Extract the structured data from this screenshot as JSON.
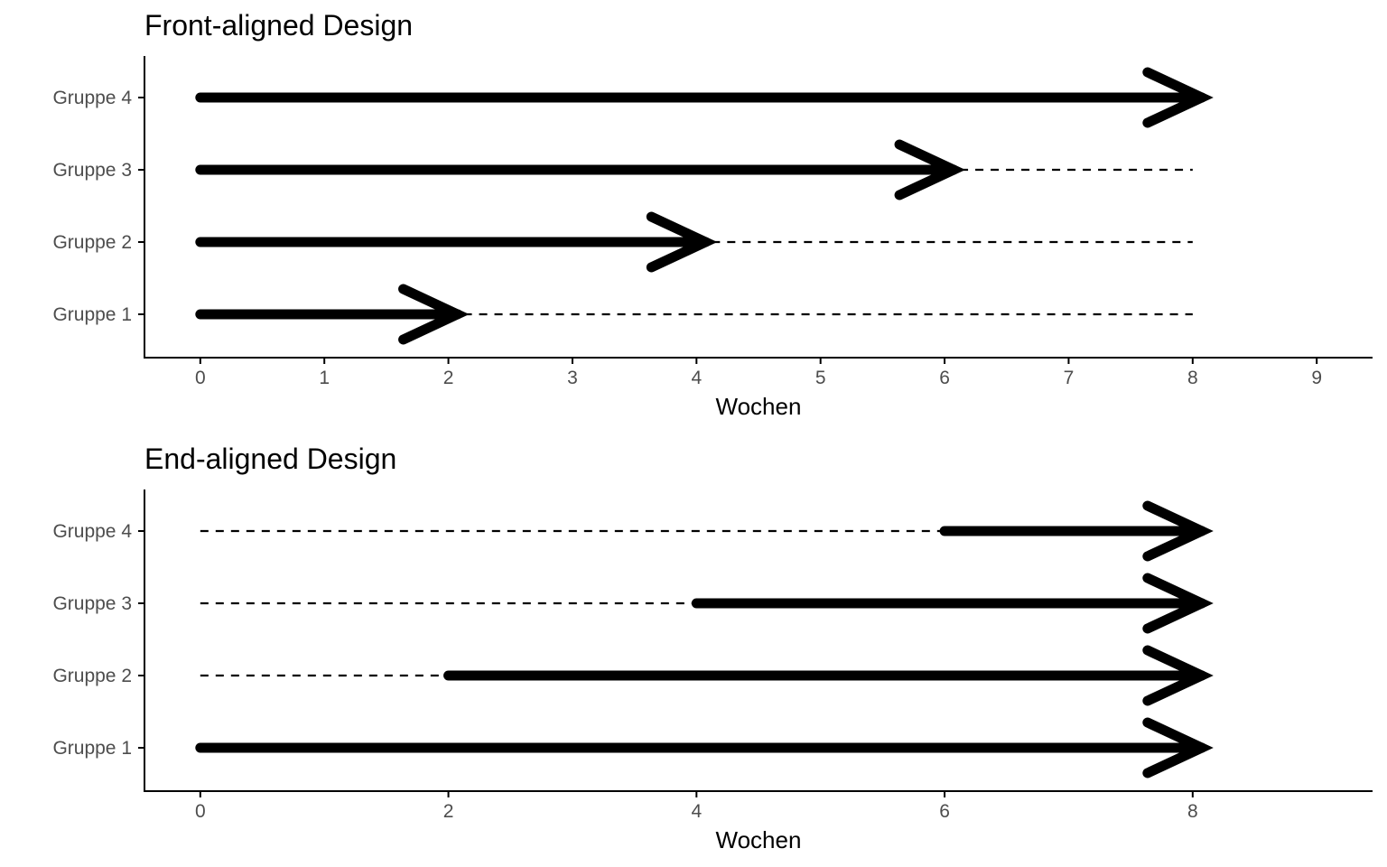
{
  "chart_data": [
    {
      "type": "timeline-arrows",
      "title": "Front-aligned Design",
      "xlabel": "Wochen",
      "ylabel": "",
      "xlim": [
        -0.45,
        9.45
      ],
      "xticks": [
        0,
        1,
        2,
        3,
        4,
        5,
        6,
        7,
        8,
        9
      ],
      "categories": [
        "Gruppe 1",
        "Gruppe 2",
        "Gruppe 3",
        "Gruppe 4"
      ],
      "series": [
        {
          "group": "Gruppe 1",
          "solid": [
            0,
            2
          ],
          "dashed": [
            2,
            8
          ]
        },
        {
          "group": "Gruppe 2",
          "solid": [
            0,
            4
          ],
          "dashed": [
            4,
            8
          ]
        },
        {
          "group": "Gruppe 3",
          "solid": [
            0,
            6
          ],
          "dashed": [
            6,
            8
          ]
        },
        {
          "group": "Gruppe 4",
          "solid": [
            0,
            8
          ],
          "dashed": null
        }
      ],
      "colors": {
        "line": "#000000",
        "axis": "#000000",
        "tick_text": "#4d4d4d"
      },
      "grid": false,
      "legend": "none"
    },
    {
      "type": "timeline-arrows",
      "title": "End-aligned Design",
      "xlabel": "Wochen",
      "ylabel": "",
      "xlim": [
        -0.45,
        9.45
      ],
      "xticks": [
        0,
        2,
        4,
        6,
        8
      ],
      "categories": [
        "Gruppe 1",
        "Gruppe 2",
        "Gruppe 3",
        "Gruppe 4"
      ],
      "series": [
        {
          "group": "Gruppe 1",
          "solid": [
            0,
            8
          ],
          "dashed": null
        },
        {
          "group": "Gruppe 2",
          "solid": [
            2,
            8
          ],
          "dashed": [
            0,
            2
          ]
        },
        {
          "group": "Gruppe 3",
          "solid": [
            4,
            8
          ],
          "dashed": [
            0,
            4
          ]
        },
        {
          "group": "Gruppe 4",
          "solid": [
            6,
            8
          ],
          "dashed": [
            0,
            6
          ]
        }
      ],
      "colors": {
        "line": "#000000",
        "axis": "#000000",
        "tick_text": "#4d4d4d"
      },
      "grid": false,
      "legend": "none"
    }
  ]
}
